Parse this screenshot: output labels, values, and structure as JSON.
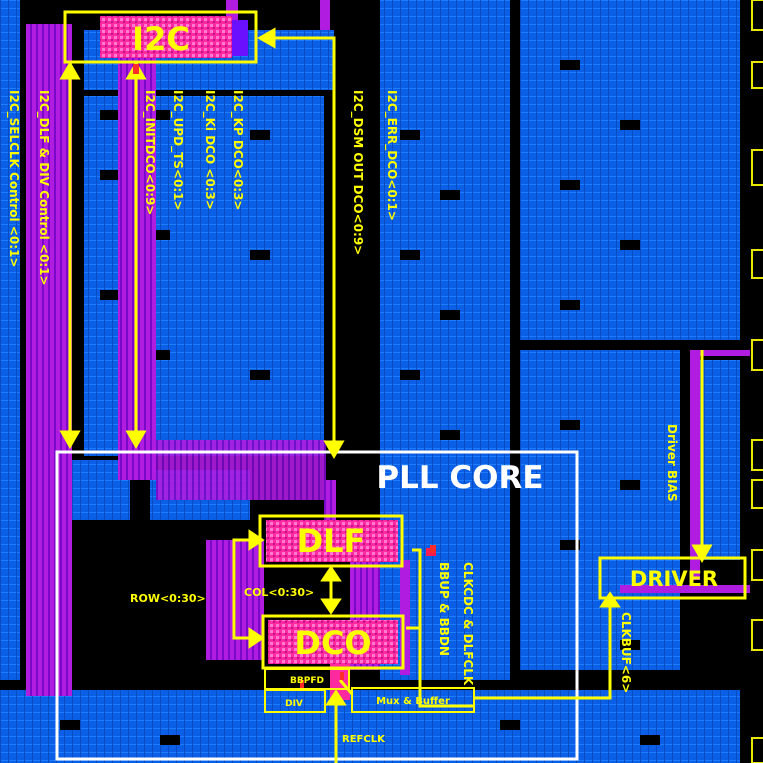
{
  "blocks": {
    "i2c": "I2C",
    "dlf": "DLF",
    "dco": "DCO",
    "driver": "DRIVER",
    "bbpfd": "BBPFD",
    "div": "DIV",
    "mux": "Mux & Buffer",
    "pll_core": "PLL CORE"
  },
  "signals": {
    "selclk": "I2C_SELCLK Control <0:1>",
    "dlf_div": "I2C_DLF & DIV Control <0:1>",
    "initdco": "I2C_INITDCO<0:9>",
    "upd_ts": "I2C_UPD_TS<0:1>",
    "ki": "I2C_Ki DCO <0:3>",
    "kp": "I2C_KP DCO<0:3>",
    "dsm": "I2C_DSM OUT DCO<0:9>",
    "err": "I2C_ERR_DCO<0:1>",
    "row": "ROW<0:30>",
    "col": "COL<0:30>",
    "bbup": "BBUP & BBDN",
    "clkcdc": "CLKCDC & DLFCLK",
    "clkbuf": "CLKBUF<6>",
    "driver_bias": "Driver BIAS",
    "refclk": "REFCLK"
  },
  "colors": {
    "background": "#0a64f0",
    "wire": "#ffff00",
    "bus": "#9b10ff",
    "block_fill": "#ff2aa0",
    "core_box": "#ffffff"
  }
}
